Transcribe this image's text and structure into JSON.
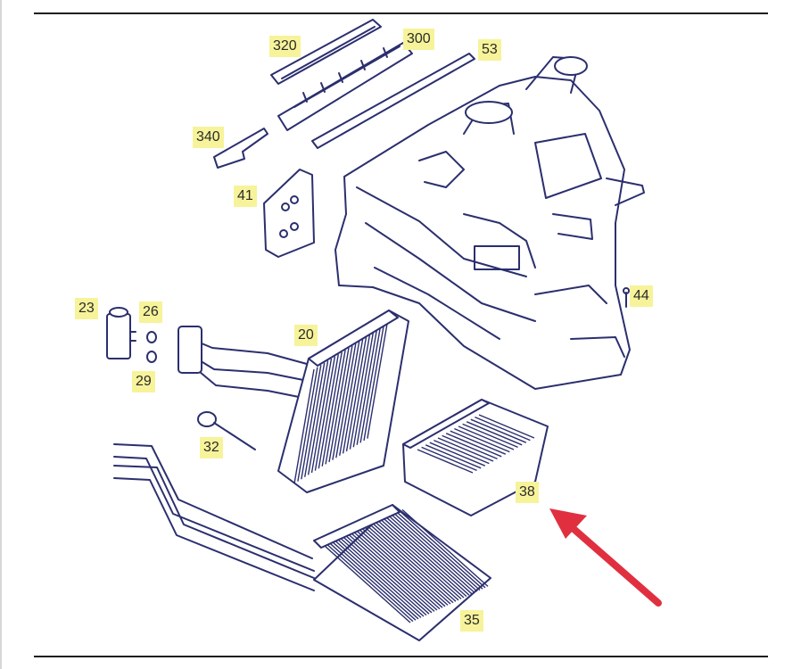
{
  "callouts": {
    "c320": "320",
    "c300": "300",
    "c53": "53",
    "c340": "340",
    "c41": "41",
    "c44": "44",
    "c23": "23",
    "c26": "26",
    "c29": "29",
    "c20": "20",
    "c32": "32",
    "c38": "38",
    "c35": "35"
  },
  "colors": {
    "callout_bg": "#f7f39a",
    "line": "#2b2f6e",
    "arrow": "#e03040",
    "rule": "#1e1e1e"
  }
}
